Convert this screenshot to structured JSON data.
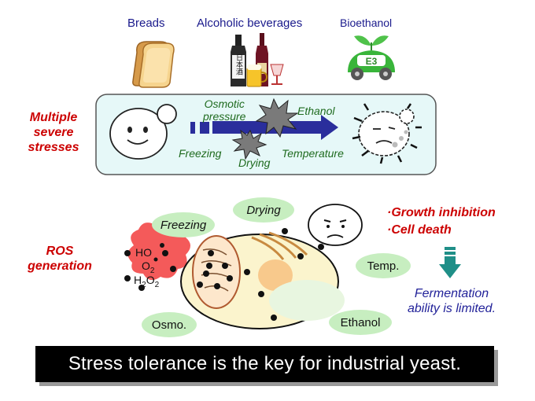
{
  "products": {
    "breads": "Breads",
    "alcoholic": "Alcoholic beverages",
    "bioethanol": "Bioethanol",
    "car_badge": "E3",
    "bottle_label": "日本酒"
  },
  "stress_panel": {
    "side_label": [
      "Multiple",
      "severe",
      "stresses"
    ],
    "osmotic": [
      "Osmotic",
      "pressure"
    ],
    "ethanol": "Ethanol",
    "freezing": "Freezing",
    "drying": "Drying",
    "temperature": "Temperature"
  },
  "ros": {
    "side_label": [
      "ROS",
      "generation"
    ],
    "species": {
      "ho": "HO",
      "o2": "O",
      "o2_sub": "2",
      "h2o2_h": "H",
      "h2o2_2a": "2",
      "h2o2_o": "O",
      "h2o2_2b": "2"
    },
    "stress_bubbles": {
      "drying": "Drying",
      "freezing": "Freezing",
      "temp": "Temp.",
      "osmo": "Osmo.",
      "ethanol": "Ethanol"
    }
  },
  "effects": {
    "bullets": [
      "·Growth inhibition",
      "·Cell death"
    ],
    "fermentation": [
      "Fermentation",
      "ability is limited."
    ]
  },
  "banner": "Stress tolerance is the key for industrial yeast.",
  "colors": {
    "red_text": "#cc0000",
    "blue_text": "#1a1a8c",
    "green_text": "#1f6b1f",
    "arrow_blue": "#2a2e9c",
    "bubble_green": "#c7eec0",
    "panel_fill": "#e6f8f8",
    "ros_cloud": "#f45a5a",
    "cell_fill": "#fbf4cd",
    "teal_arrow": "#1f8f88"
  }
}
